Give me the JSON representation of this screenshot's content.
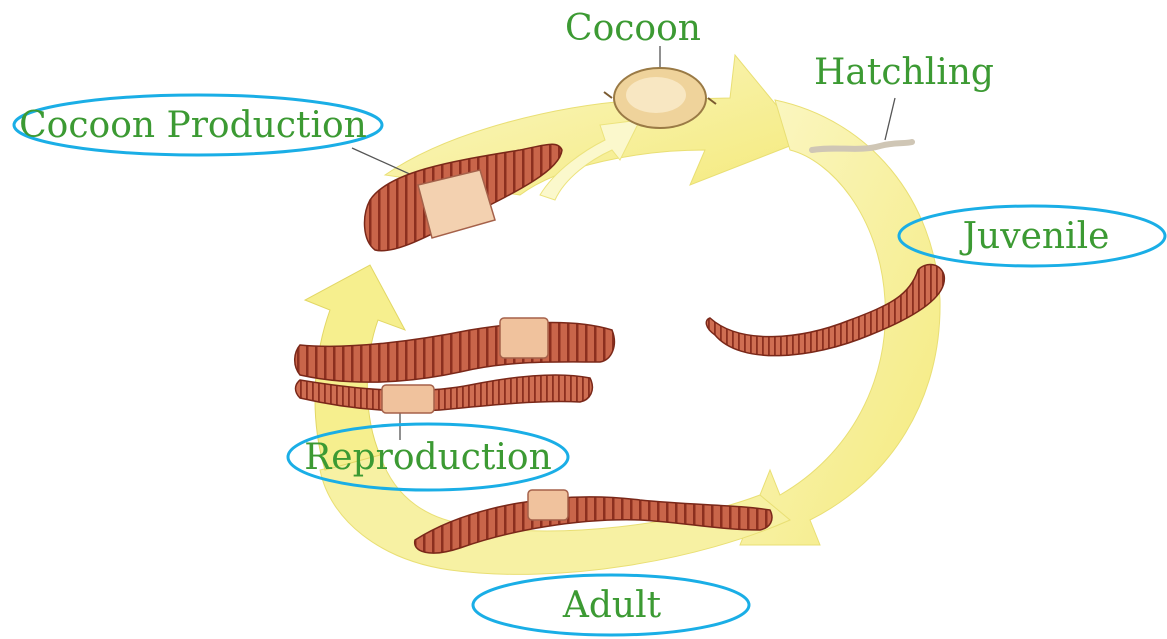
{
  "labels": {
    "cocoon": "Cocoon",
    "hatchling": "Hatchling",
    "cocoon_production": "Cocoon Production",
    "juvenile": "Juvenile",
    "reproduction": "Reproduction",
    "adult": "Adult"
  },
  "colors": {
    "label_text": "#3c9a33",
    "highlight_ring": "#1aaee6",
    "arrow_fill": "#f6ef8e",
    "arrow_fill_light": "#fbf8cc",
    "worm_body": "#c9654a",
    "worm_dark": "#8c2f1f",
    "clitellum": "#f2c7a2",
    "cocoon_shell": "#f3dcaa",
    "leader_line": "#555555"
  }
}
